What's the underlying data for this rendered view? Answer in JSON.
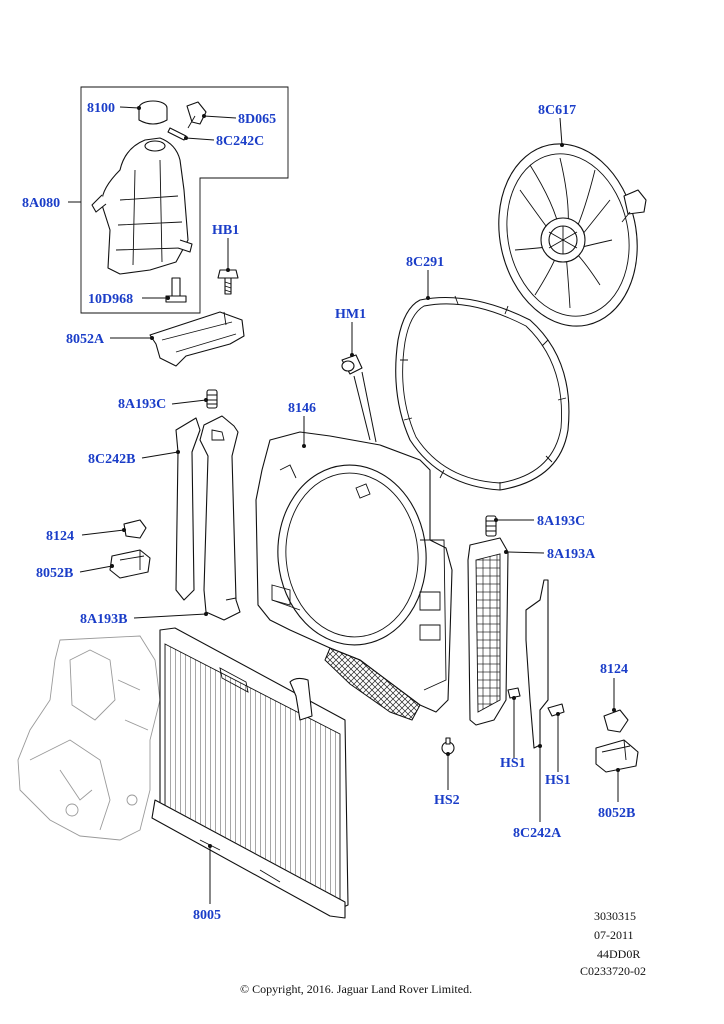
{
  "callouts": {
    "c8100": "8100",
    "c8D065": "8D065",
    "c8C242C": "8C242C",
    "c8A080": "8A080",
    "c10D968": "10D968",
    "cHB1": "HB1",
    "c8052A": "8052A",
    "cHM1": "HM1",
    "c8C617": "8C617",
    "c8C291": "8C291",
    "c8A193C_top": "8A193C",
    "c8C242B": "8C242B",
    "c8146": "8146",
    "c8124_left": "8124",
    "c8052B_left": "8052B",
    "c8A193B": "8A193B",
    "c8A193C_right": "8A193C",
    "c8A193A": "8A193A",
    "c8124_right": "8124",
    "cHS1_a": "HS1",
    "cHS1_b": "HS1",
    "cHS2": "HS2",
    "c8C242A": "8C242A",
    "c8052B_right": "8052B",
    "c8005": "8005"
  },
  "meta": {
    "line1": "3030315",
    "line2": "07-2011",
    "line3": "44DD0R",
    "line4": "C0233720-02"
  },
  "copyright": "© Copyright, 2016. Jaguar Land Rover Limited.",
  "colors": {
    "callout": "#1a3dc8",
    "line": "#111111",
    "ghost": "#9a9a9a"
  }
}
